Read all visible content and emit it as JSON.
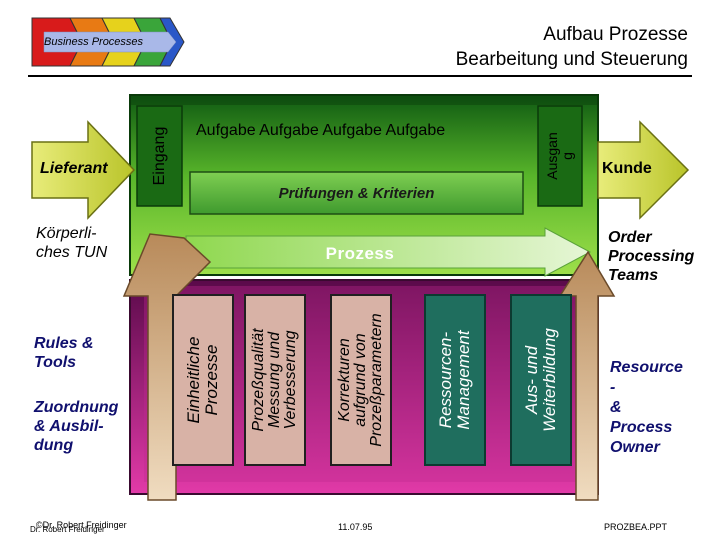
{
  "header": {
    "badge_label": "Business Processes",
    "title_line1": "Aufbau Prozesse",
    "title_line2": "Bearbeitung und Steuerung"
  },
  "left": {
    "supplier": "Lieferant",
    "body_action_line1": "Körperli-",
    "body_action_line2": "ches TUN",
    "rules_line1": "Rules &",
    "rules_line2": "Tools",
    "assign_line1": "Zuordnung",
    "assign_line2": "& Ausbil-",
    "assign_line3": "dung"
  },
  "process_box": {
    "entry_label": "Eingang",
    "exit_label_line1": "Ausgan",
    "exit_label_line2": "g",
    "tasks": [
      "Aufgabe",
      "Aufgabe",
      "Aufgabe",
      "Aufgabe"
    ],
    "checks_label": "Prüfungen & Kriterien",
    "process_label": "Prozess"
  },
  "right": {
    "customer": "Kunde",
    "teams_line1": "Order",
    "teams_line2": "Processing",
    "teams_line3": "Teams",
    "owner_line1": "Resource",
    "owner_line2": "-",
    "owner_line3": "&",
    "owner_line4": "Process",
    "owner_line5": "Owner"
  },
  "support_columns": [
    {
      "line1": "Einheitliche",
      "line2": "Prozesse",
      "line3": ""
    },
    {
      "line1": "Prozeßqualität",
      "line2": "Messung und",
      "line3": "Verbesserung"
    },
    {
      "line1": "Korrekturen",
      "line2": "aufgrund von",
      "line3": "Prozeßparametern"
    },
    {
      "line1": "Ressourcen-",
      "line2": "Management",
      "line3": ""
    },
    {
      "line1": "Aus- und",
      "line2": "Weiterbildung",
      "line3": ""
    }
  ],
  "footer": {
    "author_a": "©Dr. Robert Freidinger",
    "author_b": "Dr. Robert Freidinger",
    "date": "11.07.95",
    "file": "PROZBEA.PPT"
  },
  "colors": {
    "green_light": "#7ed321",
    "green_dark": "#1e6b14",
    "magenta": "#d6319c",
    "magenta_dark": "#6e0a5a",
    "arrow_olive": "#c8d23c",
    "column_fill": "#d0a898",
    "column_teal": "#207060"
  }
}
